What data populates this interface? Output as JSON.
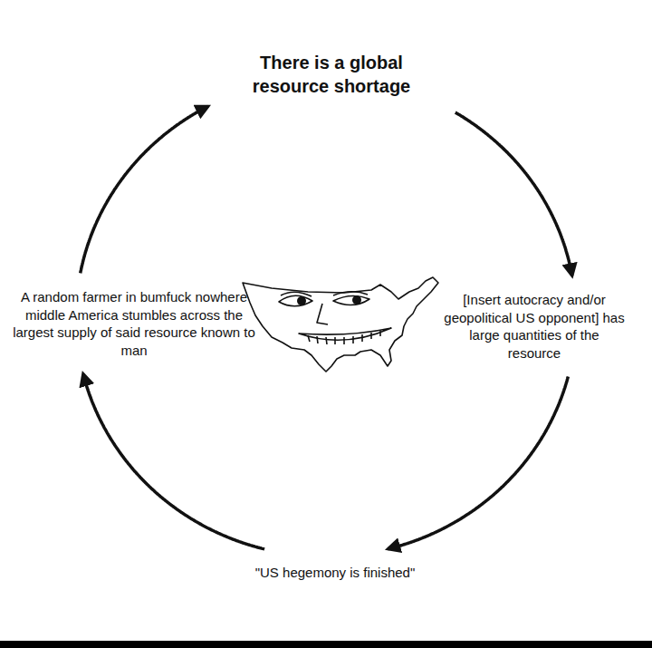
{
  "diagram": {
    "nodes": [
      {
        "text": [
          "There is a global resource shortage"
        ]
      },
      {
        "text": [
          "[Insert autocracy and/or geopolitical US opponent] has large quantities of the resource"
        ]
      },
      {
        "text": [
          "\"US hegemony is finished\""
        ]
      },
      {
        "text": [
          "A random farmer in bumfuck nowhere middle America stumbles across the largest supply of said resource known to man"
        ]
      }
    ],
    "edges": [
      {
        "from": 0,
        "to": 1,
        "arrow": "to"
      },
      {
        "from": 1,
        "to": 2,
        "arrow": "to"
      },
      {
        "from": 2,
        "to": 3,
        "arrow": "to"
      },
      {
        "from": 3,
        "to": 0,
        "arrow": "to"
      }
    ]
  }
}
